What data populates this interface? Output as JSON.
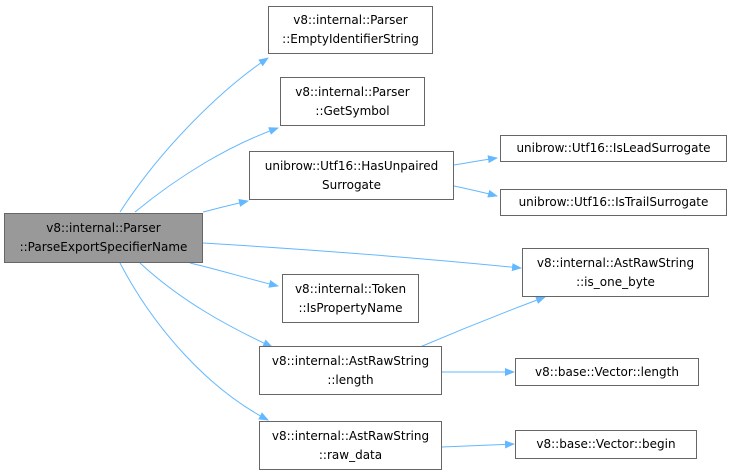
{
  "colors": {
    "edge": "#63b8ff",
    "node_border": "#666666",
    "root_fill": "#999999"
  },
  "nodes": {
    "parse_export": {
      "l1": "v8::internal::Parser",
      "l2": "::ParseExportSpecifierName"
    },
    "empty_identifier": {
      "l1": "v8::internal::Parser",
      "l2": "::EmptyIdentifierString"
    },
    "get_symbol": {
      "l1": "v8::internal::Parser",
      "l2": "::GetSymbol"
    },
    "has_unpaired": {
      "l1": "unibrow::Utf16::HasUnpaired",
      "l2": "Surrogate"
    },
    "is_lead": {
      "l1": "unibrow::Utf16::IsLeadSurrogate"
    },
    "is_trail": {
      "l1": "unibrow::Utf16::IsTrailSurrogate"
    },
    "is_one_byte": {
      "l1": "v8::internal::AstRawString",
      "l2": "::is_one_byte"
    },
    "is_property_name": {
      "l1": "v8::internal::Token",
      "l2": "::IsPropertyName"
    },
    "ast_length": {
      "l1": "v8::internal::AstRawString",
      "l2": "::length"
    },
    "vector_length": {
      "l1": "v8::base::Vector::length"
    },
    "ast_raw_data": {
      "l1": "v8::internal::AstRawString",
      "l2": "::raw_data"
    },
    "vector_begin": {
      "l1": "v8::base::Vector::begin"
    }
  }
}
